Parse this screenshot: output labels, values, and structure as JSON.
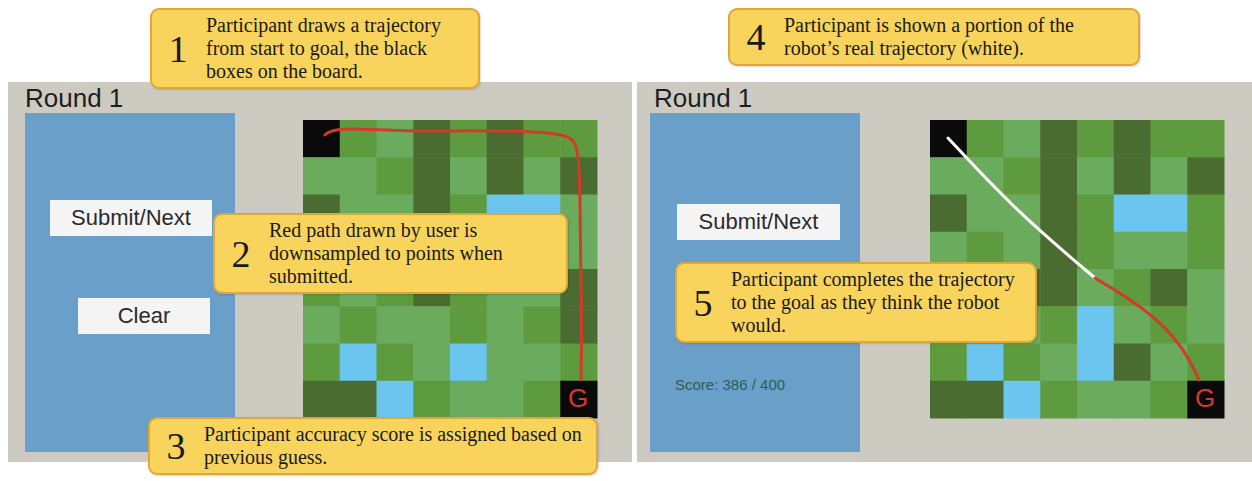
{
  "diagram": {
    "nodes": [
      {
        "text": [
          "Round 1"
        ]
      },
      {
        "text": [
          "Submit/Next"
        ],
        "in": 0
      },
      {
        "text": [
          "Clear"
        ],
        "in": 0
      },
      {
        "text": [
          "Round 1"
        ]
      },
      {
        "text": [
          "Submit/Next"
        ],
        "in": 3
      },
      {
        "text": [
          "1",
          "Participant draws a trajectory from start to goal, the black boxes on the board."
        ]
      },
      {
        "text": [
          "2",
          "Red path drawn by user is downsampled to points when submitted."
        ]
      },
      {
        "text": [
          "3",
          "Participant accuracy score is assigned based on previous guess."
        ]
      },
      {
        "text": [
          "4",
          "Participant is shown a portion of the robot’s real trajectory (white)."
        ]
      },
      {
        "text": [
          "5",
          "Participant completes the trajectory to the goal as they think the robot would."
        ]
      }
    ],
    "labels": [
      "G",
      "Score: 386 / 400",
      "G"
    ]
  }
}
